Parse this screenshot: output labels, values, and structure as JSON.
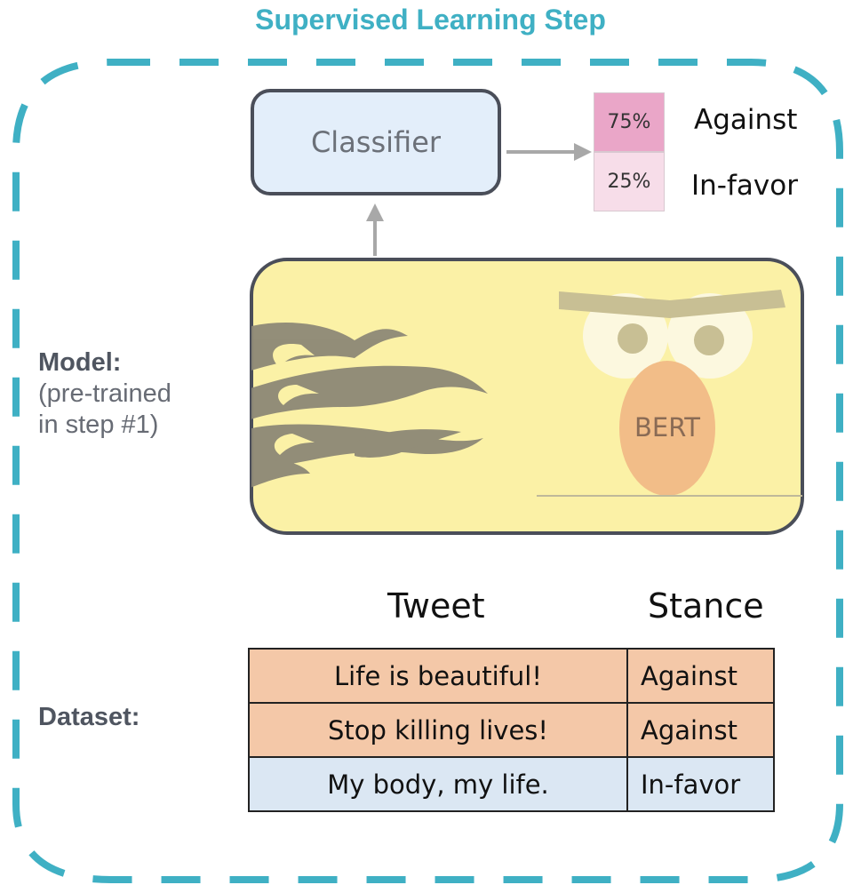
{
  "title": "Supervised Learning Step",
  "colors": {
    "frame_dash": "#3fb0c4",
    "against_row": "#f4c8a8",
    "infavor_row": "#dbe7f3",
    "against_prob": "#eaa6c8",
    "infavor_prob": "#f7dde9",
    "bert_body": "#fbf1a6"
  },
  "model_label": {
    "heading": "Model:",
    "line1": "(pre-trained",
    "line2": "in step #1)"
  },
  "dataset_label": "Dataset:",
  "classifier": {
    "label": "Classifier"
  },
  "output": [
    {
      "percent": "75%",
      "label": "Against"
    },
    {
      "percent": "25%",
      "label": "In-favor"
    }
  ],
  "model": {
    "name": "BERT",
    "icon": "angry-bird-icon"
  },
  "table": {
    "headers": {
      "tweet": "Tweet",
      "stance": "Stance"
    },
    "rows": [
      {
        "tweet": "Life is beautiful!",
        "stance": "Against"
      },
      {
        "tweet": "Stop killing lives!",
        "stance": "Against"
      },
      {
        "tweet": "My body, my life.",
        "stance": "In-favor"
      }
    ]
  }
}
